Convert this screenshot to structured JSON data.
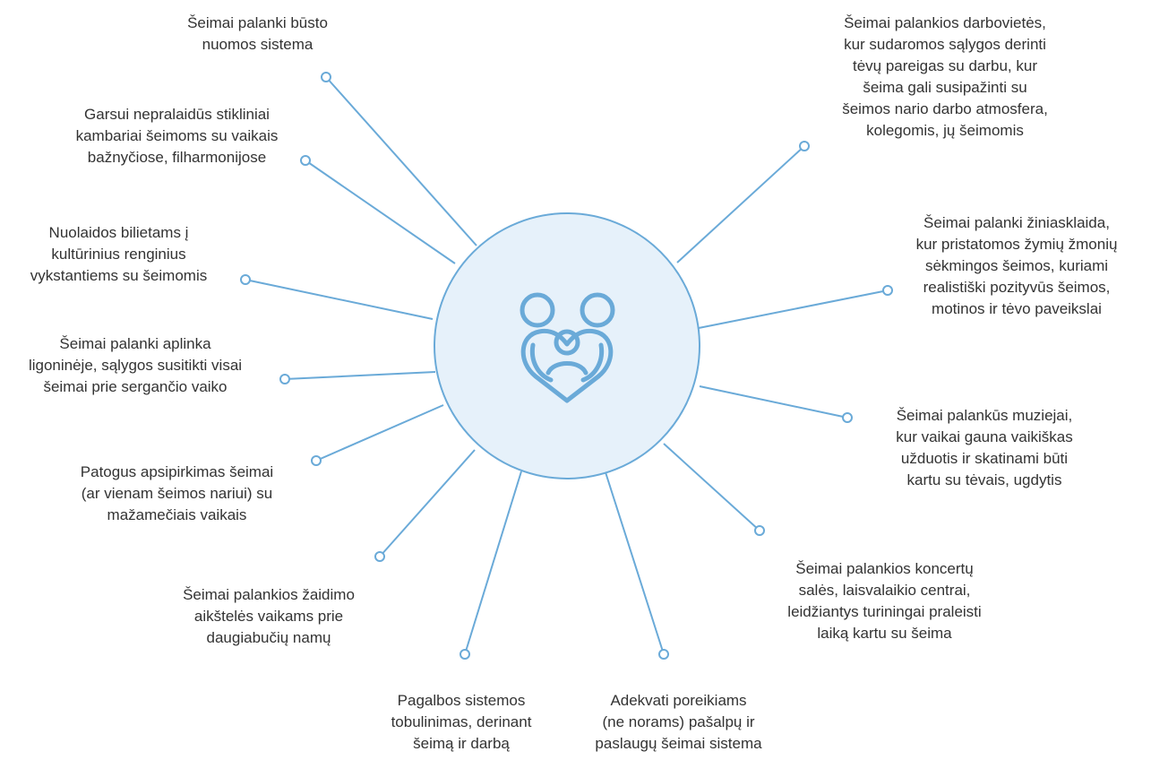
{
  "hub": {
    "icon": "family-heart-icon"
  },
  "colors": {
    "line": "#6aaad8",
    "hub_fill": "#e6f1fa",
    "hub_stroke": "#6aaad8",
    "text": "#333333"
  },
  "items": [
    {
      "id": "housing-rental",
      "text": "Šeimai palanki būsto\nnuomos sistema"
    },
    {
      "id": "soundproof-rooms",
      "text": "Garsui nepralaidūs stikliniai\nkambariai šeimoms su vaikais\nbažnyčiose, filharmonijose"
    },
    {
      "id": "ticket-discounts",
      "text": "Nuolaidos bilietams į\nkultūrinius renginius\nvykstantiems su šeimomis"
    },
    {
      "id": "hospital-environment",
      "text": "Šeimai palanki aplinka\nligoninėje, sąlygos susitikti visai\nšeimai prie sergančio vaiko"
    },
    {
      "id": "shopping",
      "text": "Patogus apsipirkimas šeimai\n(ar vienam šeimos nariui) su\nmažamečiais vaikais"
    },
    {
      "id": "playgrounds",
      "text": "Šeimai palankios žaidimo\naikštelės vaikams prie\ndaugiabučių namų"
    },
    {
      "id": "support-system",
      "text": "Pagalbos sistemos\ntobulinimas, derinant\nšeimą ir darbą"
    },
    {
      "id": "benefits",
      "text": "Adekvati poreikiams\n(ne norams) pašalpų ir\npaslaugų šeimai sistema"
    },
    {
      "id": "concert-halls",
      "text": "Šeimai palankios koncertų\nsalės, laisvalaikio centrai,\nleidžiantys turiningai praleisti\nlaiką kartu su šeima"
    },
    {
      "id": "museums",
      "text": "Šeimai palankūs muziejai,\nkur vaikai gauna vaikiškas\nužduotis ir skatinami būti\nkartu su tėvais, ugdytis"
    },
    {
      "id": "media",
      "text": "Šeimai palanki žiniasklaida,\nkur pristatomos žymių žmonių\nsėkmingos šeimos, kuriami\nrealistiški pozityvūs šeimos,\nmotinos ir tėvo paveikslai"
    },
    {
      "id": "workplaces",
      "text": "Šeimai palankios darbovietės,\nkur sudaromos sąlygos derinti\ntėvų pareigas su darbu, kur\nšeima gali susipažinti su\nšeimos nario darbo atmosfera,\nkolegomis, jų šeimomis"
    }
  ]
}
